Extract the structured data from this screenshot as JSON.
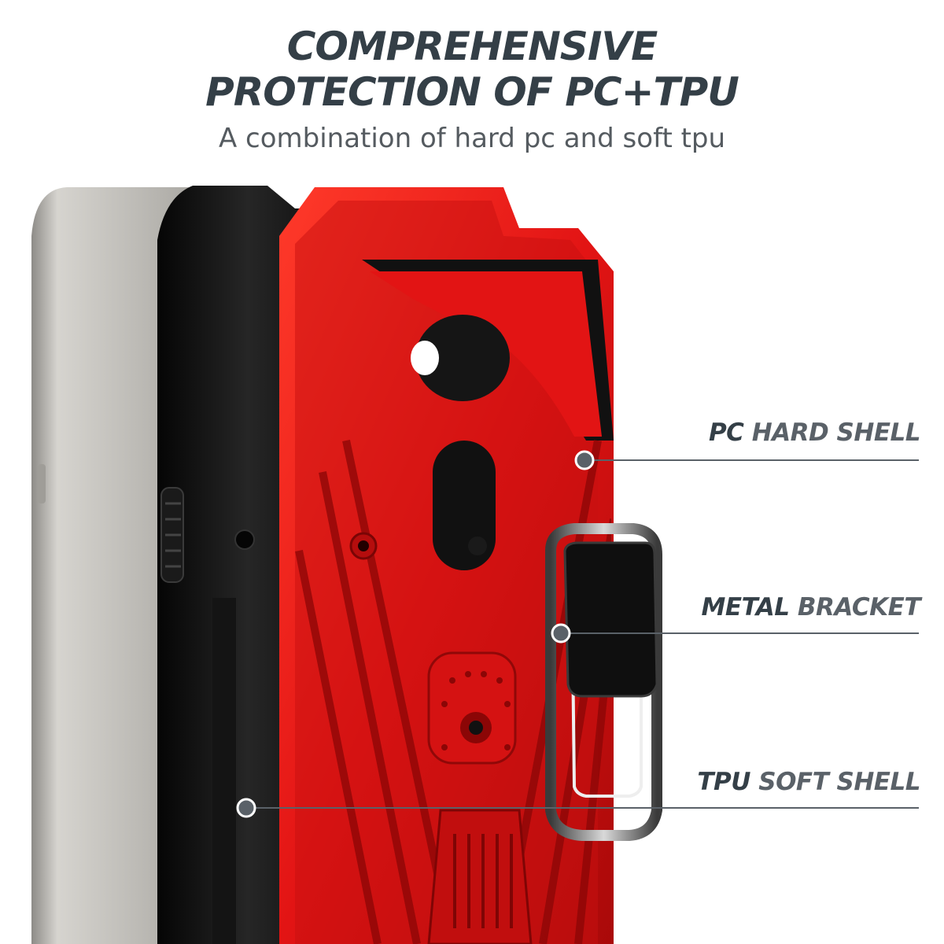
{
  "headline": {
    "line1": "COMPREHENSIVE",
    "line2": "PROTECTION OF PC+TPU",
    "subtitle": "A combination of hard pc and soft tpu"
  },
  "callouts": [
    {
      "key": "PC",
      "rest": " HARD SHELL"
    },
    {
      "key": "METAL",
      "rest": " BRACKET"
    },
    {
      "key": "TPU",
      "rest": " SOFT SHELL"
    }
  ],
  "colors": {
    "heading": "#343f47",
    "case_red": "#e01515",
    "tpu_black": "#1c1c1c",
    "phone_silver": "#b9b7b2"
  }
}
